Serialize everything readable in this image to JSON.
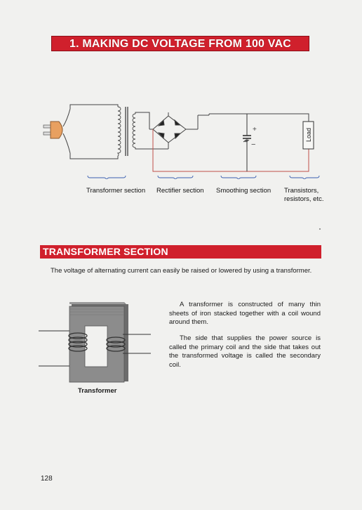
{
  "title": "1. MAKING DC VOLTAGE FROM 100 VAC",
  "diagram": {
    "labels": {
      "transformer_section": "Transformer section",
      "rectifier_section": "Rectifier section",
      "smoothing_section": "Smoothing section",
      "transistors_line1": "Transistors,",
      "transistors_line2": "resistors, etc."
    },
    "load_label": "Load",
    "plus_sign": "+",
    "minus_sign": "−"
  },
  "section": {
    "heading": "TRANSFORMER SECTION",
    "intro": "The voltage of alternating current can easily be raised or lowered by using a transformer.",
    "paragraphs": [
      "A transformer is constructed of many thin sheets of iron stacked together with a coil wound around them.",
      "The side that supplies the power source is called the primary coil and the side that takes out the transformed voltage is called the secondary coil."
    ],
    "figure_caption": "Transformer"
  },
  "page_number": "128"
}
